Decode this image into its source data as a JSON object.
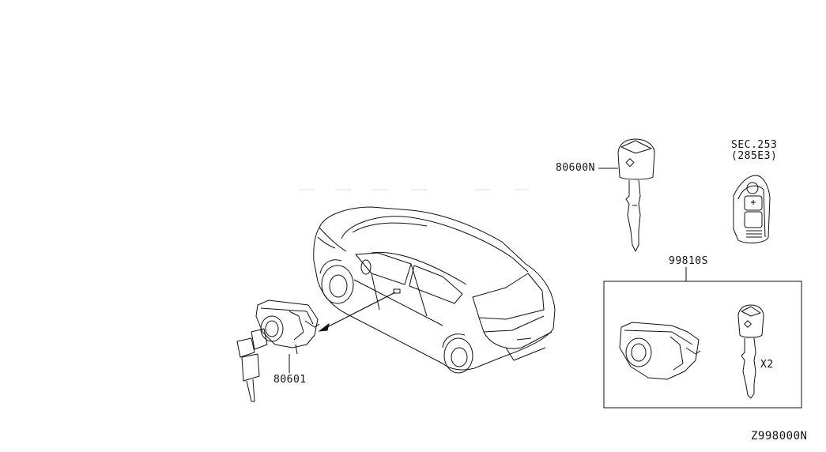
{
  "labels": {
    "key": "80600N",
    "section_ref_1": "SEC.253",
    "section_ref_2": "(285E3)",
    "kit": "99810S",
    "cylinder": "80601",
    "quantity": "X2",
    "diagram_code": "Z998000N"
  }
}
